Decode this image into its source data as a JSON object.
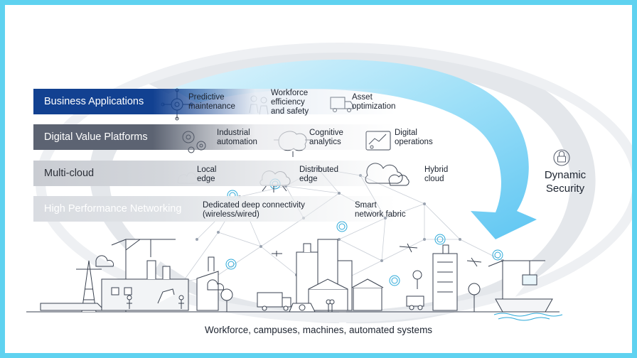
{
  "layers": [
    {
      "label": "Business Applications"
    },
    {
      "label": "Digital Value Platforms"
    },
    {
      "label": "Multi-cloud"
    },
    {
      "label": "High Performance Networking"
    }
  ],
  "business_apps": [
    {
      "line1": "Predictive",
      "line2": "maintenance",
      "line3": "",
      "icon": "network-gear-icon"
    },
    {
      "line1": "Workforce",
      "line2": "efficiency",
      "line3": "and safety",
      "icon": "workers-icon"
    },
    {
      "line1": "Asset",
      "line2": "optimization",
      "line3": "",
      "icon": "truck-icon"
    }
  ],
  "platforms": [
    {
      "line1": "Industrial",
      "line2": "automation",
      "icon": "gears-icon"
    },
    {
      "line1": "Cognitive",
      "line2": "analytics",
      "icon": "brain-icon"
    },
    {
      "line1": "Digital",
      "line2": "operations",
      "icon": "chart-icon"
    }
  ],
  "clouds": [
    {
      "line1": "Local",
      "line2": "edge",
      "icon": "cloud-small-icon"
    },
    {
      "line1": "Distributed",
      "line2": "edge",
      "icon": "cloud-network-icon"
    },
    {
      "line1": "Hybrid",
      "line2": "cloud",
      "icon": "cloud-hybrid-icon"
    }
  ],
  "networking": [
    {
      "line1": "Dedicated deep connectivity",
      "line2": "(wireless/wired)"
    },
    {
      "line1": "Smart",
      "line2": "network fabric"
    }
  ],
  "security": {
    "line1": "Dynamic",
    "line2": "Security",
    "icon": "lock-icon"
  },
  "footer": "Workforce, campuses, machines, automated systems",
  "colors": {
    "frame": "#5fd2f0",
    "business": "#124191",
    "platforms": "#5c6372",
    "arrow": "#8fd8f7",
    "ring": "#d9dde3",
    "ink": "#1d2430"
  }
}
